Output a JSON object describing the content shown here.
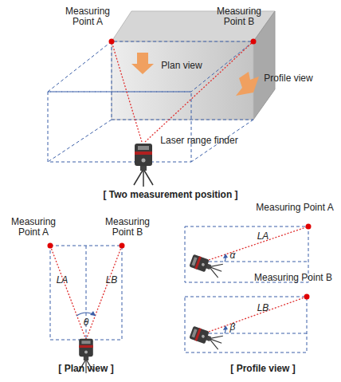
{
  "diagram": {
    "labels": [
      "Measuring Point A",
      "Measuring Point B",
      "Plan view",
      "Profile view",
      "Laser range finder",
      "[ Two measurement position ]",
      "Measuring Point A",
      "Measuring Point B",
      "LA",
      "LB",
      "θ",
      "[ Plan view ]",
      "Measuring Point A",
      "α",
      "LA",
      "Measuring Point B",
      "β",
      "LB",
      "[ Profile view ]"
    ]
  }
}
